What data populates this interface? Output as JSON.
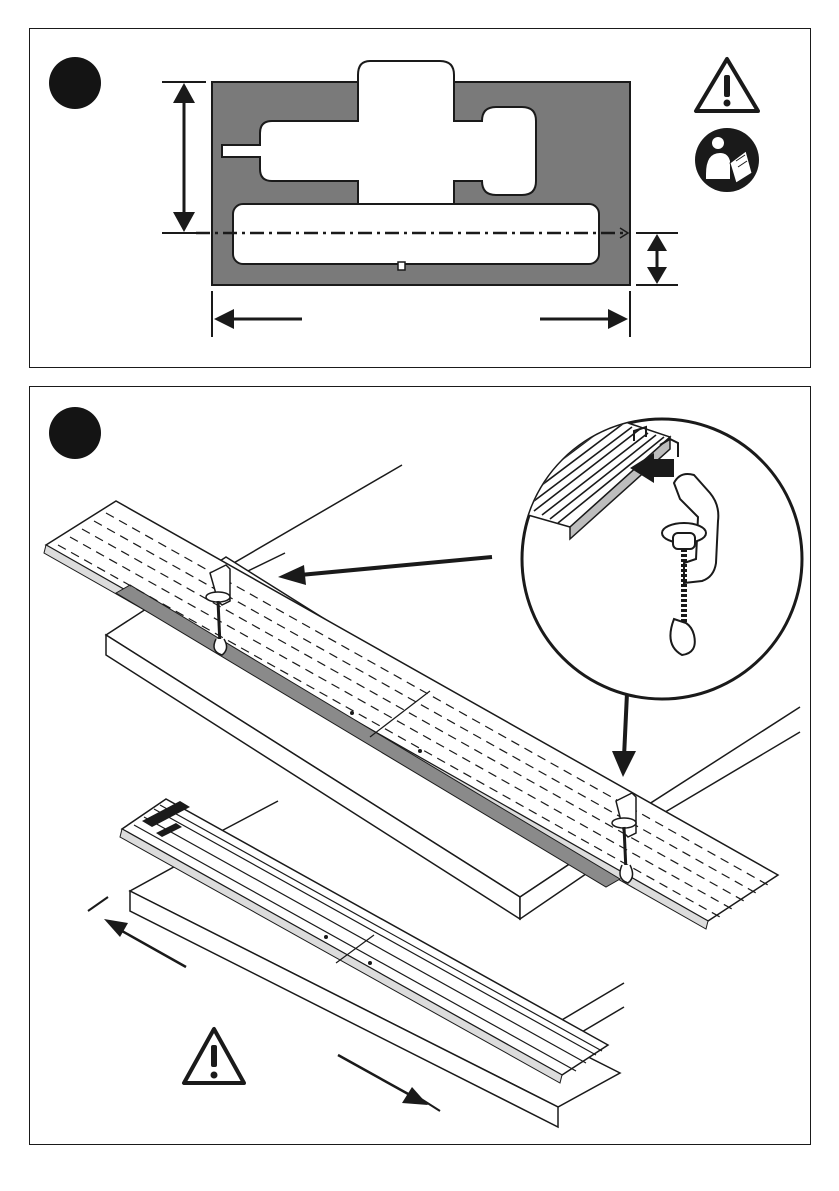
{
  "figures": [
    {
      "id": "figure-1",
      "icons": [
        "warning-triangle-icon",
        "read-manual-icon"
      ],
      "arrows": [
        "height-dimension-arrow",
        "offset-dimension-arrow",
        "width-dimension-arrows"
      ]
    },
    {
      "id": "figure-2",
      "icons": [
        "warning-triangle-icon",
        "clamp-detail-magnifier",
        "push-arrow-icon"
      ],
      "arrows": [
        "detail-pointer-arrow",
        "down-insert-arrow",
        "slide-direction-arrows"
      ]
    }
  ],
  "colors": {
    "line": "#1a1a1a",
    "plate_fill": "#7a7a7a",
    "step_marker": "#141414",
    "background": "#ffffff"
  }
}
